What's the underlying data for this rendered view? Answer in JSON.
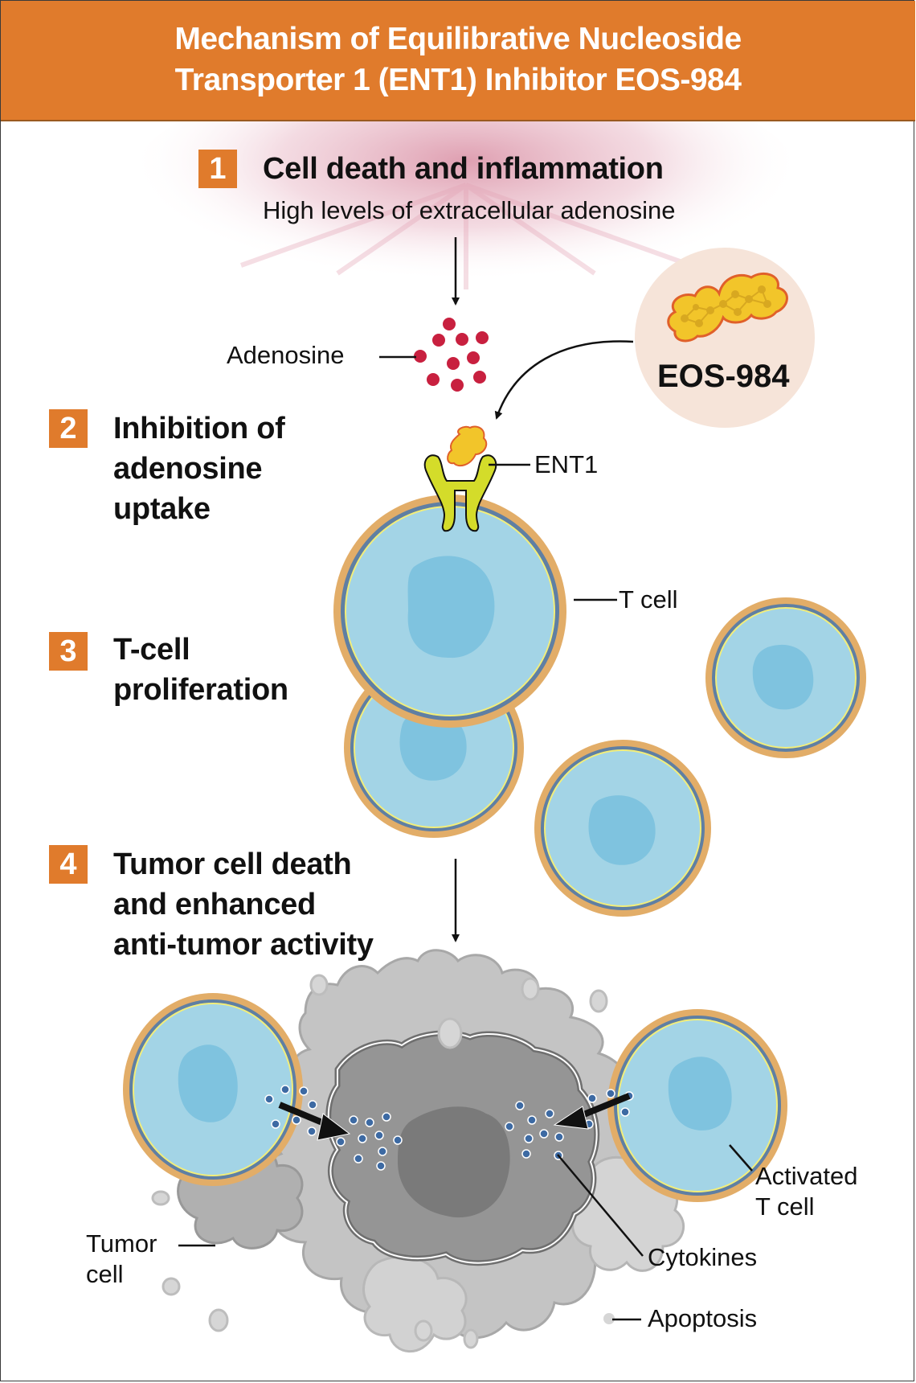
{
  "header": {
    "title_line1": "Mechanism of Equilibrative Nucleoside",
    "title_line2": "Transporter 1 (ENT1) Inhibitor EOS-984"
  },
  "steps": [
    {
      "number": "1",
      "title": "Cell death and inflammation",
      "subtitle": "High levels of extracellular adenosine"
    },
    {
      "number": "2",
      "title_lines": [
        "Inhibition of",
        "adenosine",
        "uptake"
      ]
    },
    {
      "number": "3",
      "title_lines": [
        "T-cell",
        "proliferation"
      ]
    },
    {
      "number": "4",
      "title_lines": [
        "Tumor cell death",
        "and enhanced",
        "anti-tumor activity"
      ]
    }
  ],
  "labels": {
    "adenosine": "Adenosine",
    "drug": "EOS-984",
    "ent1": "ENT1",
    "t_cell": "T cell",
    "activated_t_cell_line1": "Activated",
    "activated_t_cell_line2": "T cell",
    "tumor_cell_line1": "Tumor",
    "tumor_cell_line2": "cell",
    "cytokines": "Cytokines",
    "apoptosis": "Apoptosis"
  },
  "colors": {
    "brand_orange": "#e07b2c",
    "adenosine_red": "#c8203f",
    "cell_cytoplasm": "#a3d4e6",
    "cell_nucleus": "#7fc3df",
    "cell_membrane_outer": "#e2ad68",
    "cell_membrane_inner": "#5f7fa3",
    "ent1_green": "#d4dc2a",
    "drug_yellow": "#f2c52a",
    "drug_circle": "#f6e4d9",
    "cytokine_blue": "#3d6aa3",
    "tumor_gray": "#9b9b9b"
  },
  "icons": {
    "molecule": "eos-984-molecule-icon",
    "transporter": "ent1-transporter-icon",
    "arrow": "arrow-icon"
  }
}
